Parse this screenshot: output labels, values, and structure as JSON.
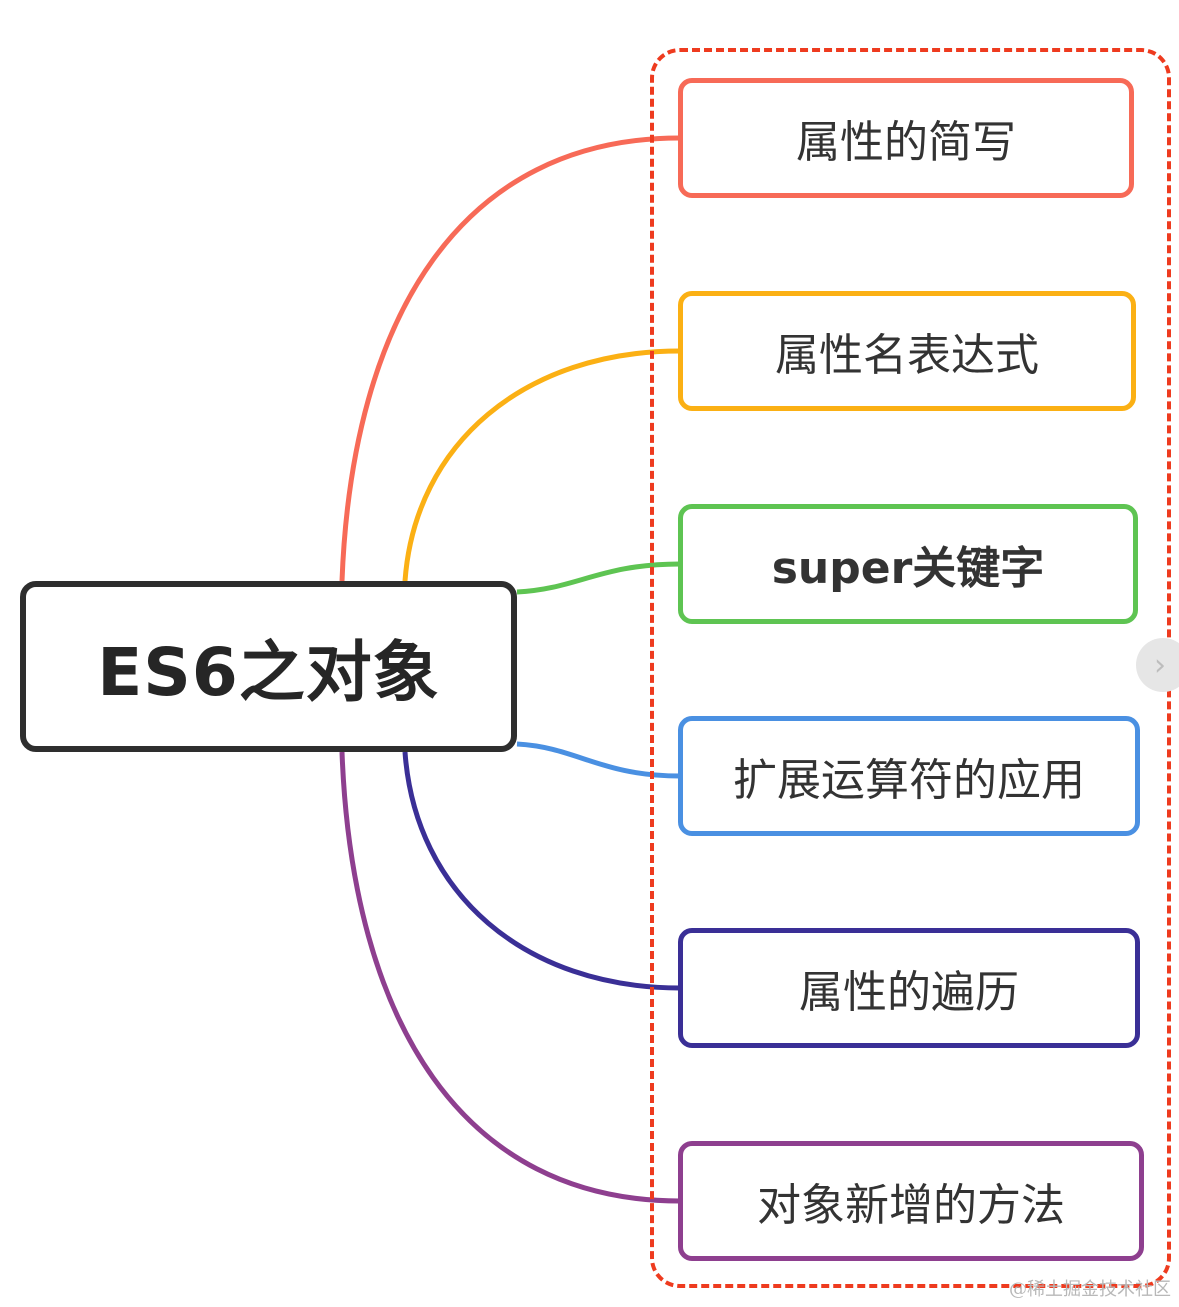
{
  "root": {
    "label": "ES6之对象",
    "color": "#2e2e2e"
  },
  "topics": [
    {
      "label": "属性的简写",
      "color": "#f76a57"
    },
    {
      "label": "属性名表达式",
      "color": "#fbb014"
    },
    {
      "label": "super关键字",
      "color": "#5ec452"
    },
    {
      "label": "扩展运算符的应用",
      "color": "#4a90e2"
    },
    {
      "label": "属性的遍历",
      "color": "#3a2f96"
    },
    {
      "label": "对象新增的方法",
      "color": "#8e3f8f"
    }
  ],
  "group_frame_color": "#ee3b1f",
  "nav": {
    "icon": "chevron-right-icon",
    "glyph": "›"
  },
  "watermark": "@稀土掘金技术社区"
}
